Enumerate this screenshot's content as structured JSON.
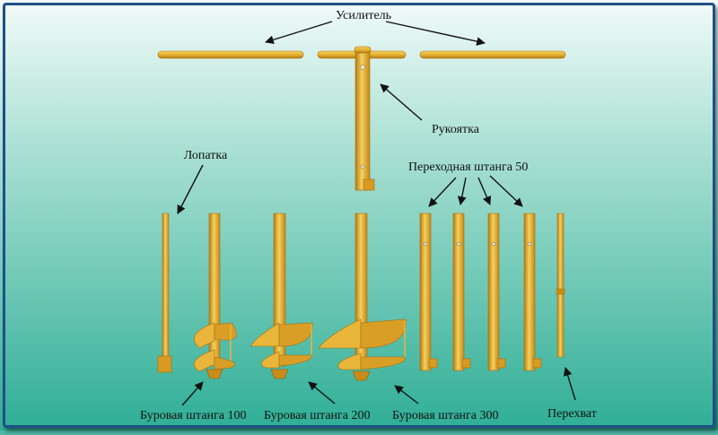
{
  "labels": {
    "usilitel": "Усилитель",
    "rukoyatka": "Рукоятка",
    "lopatka": "Лопатка",
    "perehodnaya": "Переходная штанга 50",
    "burovaya_100": "Буровая штанга 100",
    "burovaya_200": "Буровая штанга 200",
    "burovaya_300": "Буровая штанга 300",
    "perehvat": "Перехват"
  },
  "colors": {
    "background_top": "#f2fbf9",
    "background_bottom": "#2fae96",
    "metal_light": "#f3c64a",
    "metal_mid": "#e0a92a",
    "metal_dark": "#b47b12",
    "arrow": "#111111",
    "frame": "#1f4f86"
  }
}
